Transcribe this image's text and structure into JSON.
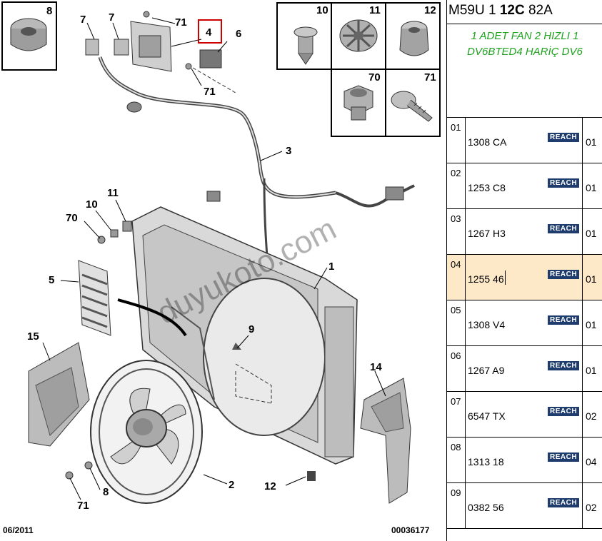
{
  "diagram": {
    "callouts": [
      "8",
      "7",
      "7",
      "71",
      "4",
      "6",
      "71",
      "3",
      "10",
      "11",
      "12",
      "70",
      "71",
      "11",
      "10",
      "70",
      "5",
      "1",
      "15",
      "9",
      "14",
      "2",
      "8",
      "71",
      "12"
    ],
    "date_code": "06/2011",
    "ref_code": "00036177",
    "watermark": "duyukoto.com"
  },
  "panel": {
    "header_prefix": "M59U 1",
    "header_bold": "12C",
    "header_suffix": "82A",
    "note_line1": "1 ADET FAN 2 HIZLI 1",
    "note_line2": "DV6BTED4 HARİÇ DV6",
    "badge_label": "REACH",
    "rows": [
      {
        "idx": "01",
        "code": "1308 CA",
        "qty": "01"
      },
      {
        "idx": "02",
        "code": "1253 C8",
        "qty": "01"
      },
      {
        "idx": "03",
        "code": "1267 H3",
        "qty": "01"
      },
      {
        "idx": "04",
        "code": "1255 46",
        "qty": "01"
      },
      {
        "idx": "05",
        "code": "1308 V4",
        "qty": "01"
      },
      {
        "idx": "06",
        "code": "1267 A9",
        "qty": "01"
      },
      {
        "idx": "07",
        "code": "6547 TX",
        "qty": "02"
      },
      {
        "idx": "08",
        "code": "1313 18",
        "qty": "04"
      },
      {
        "idx": "09",
        "code": "0382 56",
        "qty": "02"
      }
    ]
  }
}
